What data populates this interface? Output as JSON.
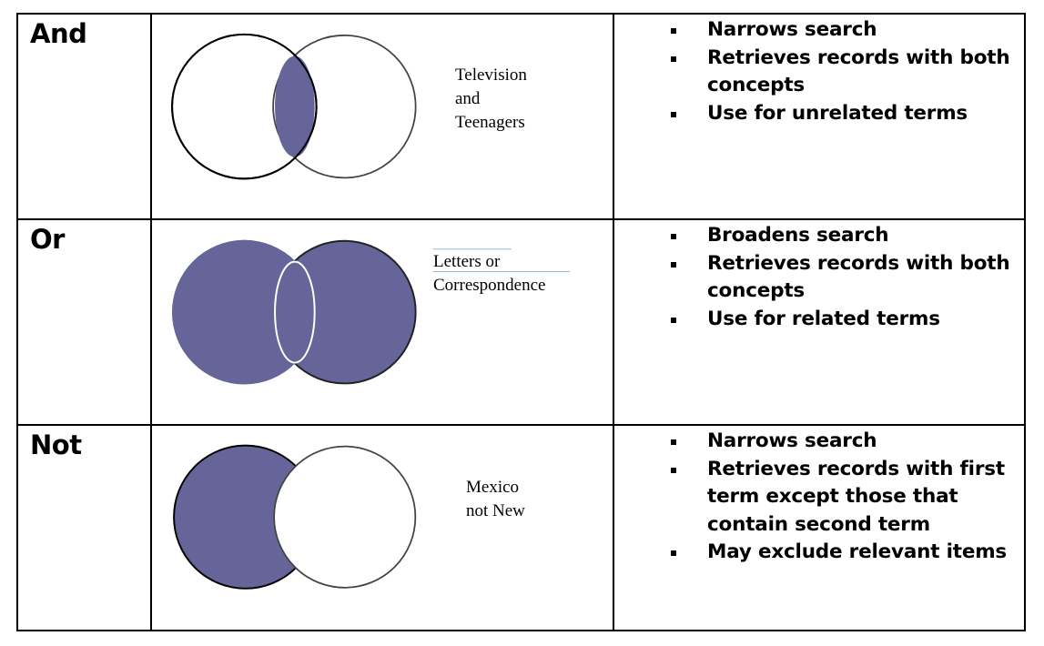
{
  "rows": [
    {
      "operator": "And",
      "caption": [
        "Television",
        "and",
        "Teenagers"
      ],
      "points": [
        "Narrows search",
        "Retrieves records with both concepts",
        "Use for unrelated terms"
      ]
    },
    {
      "operator": "Or",
      "caption": [
        "Letters or",
        "Correspondence"
      ],
      "points": [
        "Broadens search",
        "Retrieves records with both concepts",
        "Use for related terms"
      ]
    },
    {
      "operator": "Not",
      "caption": [
        "Mexico",
        "not New"
      ],
      "points": [
        "Narrows search",
        "Retrieves records with first term except those that contain second term",
        "May exclude relevant items"
      ]
    }
  ],
  "colors": {
    "fill": "#65659a",
    "line": "#000000"
  }
}
